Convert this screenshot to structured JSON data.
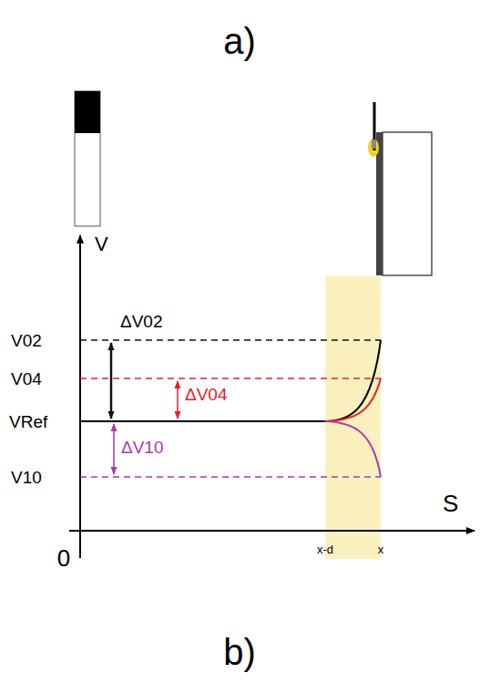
{
  "diagram": {
    "labels": [
      "a)",
      "V",
      "V02",
      "V04",
      "VRef",
      "V10",
      "ΔV02",
      "ΔV04",
      "ΔV10",
      "S",
      "0",
      "x-d",
      "x",
      "b)"
    ]
  }
}
